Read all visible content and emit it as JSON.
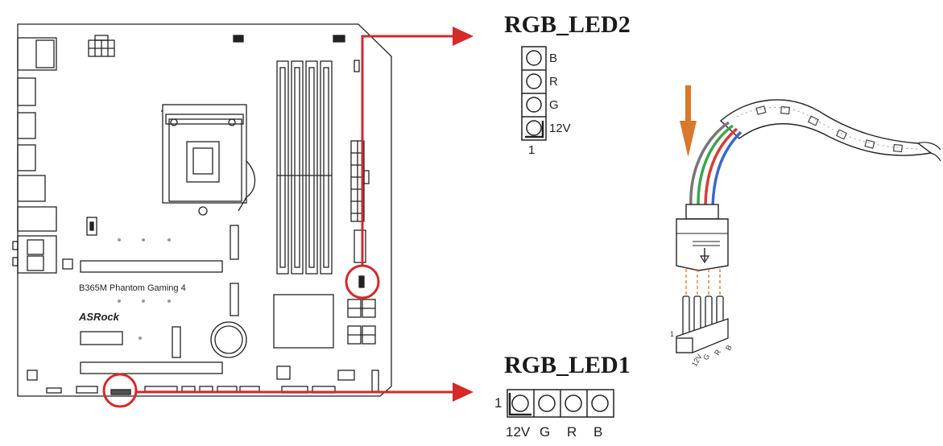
{
  "board": {
    "model": "B365M Phantom Gaming 4",
    "brand": "ASRock"
  },
  "rgb_led2": {
    "title": "RGB_LED2",
    "pins": [
      "B",
      "R",
      "G",
      "12V"
    ],
    "pin1": "1"
  },
  "rgb_led1": {
    "title": "RGB_LED1",
    "pins": [
      "12V",
      "G",
      "R",
      "B"
    ],
    "pin1": "1"
  },
  "cable": {
    "pin1": "1",
    "pins": [
      "12V",
      "G",
      "R",
      "B"
    ]
  },
  "colors": {
    "highlight": "#d42a2a",
    "arrow_orange": "#d9772a",
    "line": "#222222"
  }
}
